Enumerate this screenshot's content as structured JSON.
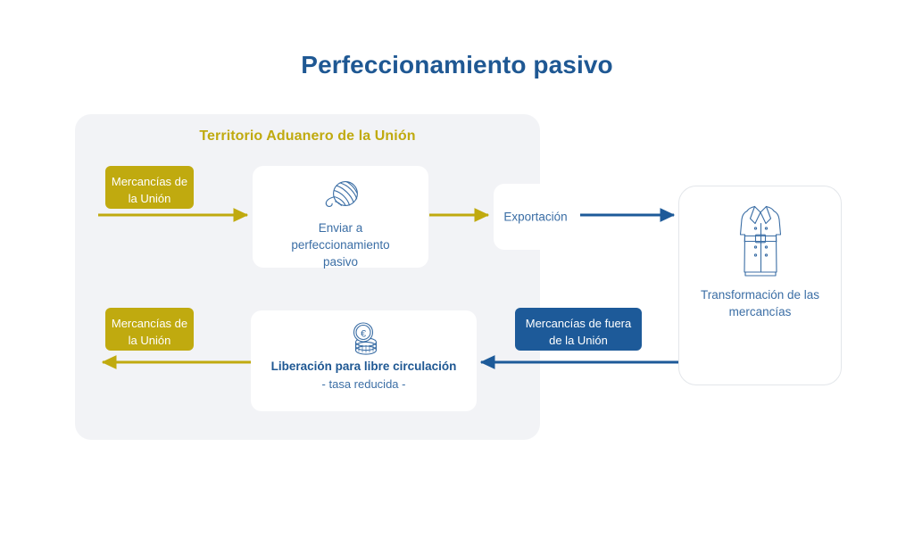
{
  "page": {
    "title": "Perfeccionamiento pasivo",
    "background_color": "#ffffff"
  },
  "colors": {
    "title_blue": "#1f5893",
    "text_blue": "#3b6ea5",
    "accent_yellow": "#c0aa0f",
    "accent_blue": "#1d5a99",
    "panel_gray": "#f2f3f6",
    "card_white": "#ffffff"
  },
  "union_panel": {
    "heading": "Territorio Aduanero de la Unión",
    "heading_color": "#c0aa0f",
    "background_color": "#f2f3f6"
  },
  "tags": {
    "union_goods_top": {
      "line1": "Mercancías de",
      "line2": "la Unión",
      "color": "#c0aa0f"
    },
    "union_goods_bottom": {
      "line1": "Mercancías de",
      "line2": "la Unión",
      "color": "#c0aa0f"
    },
    "non_union_goods": {
      "line1": "Mercancías de fuera",
      "line2": "de la Unión",
      "color": "#1d5a99"
    }
  },
  "cards": {
    "send_outward": {
      "label": "Enviar a perfeccionamiento pasivo",
      "icon": "yarn-ball-icon"
    },
    "export": {
      "label": "Exportación"
    },
    "transform": {
      "label": "Transformación de las mercancías",
      "icon": "coat-icon"
    },
    "release": {
      "label_main": "Liberación para libre circulación",
      "label_sub": "- tasa reducida -",
      "icon": "euro-coins-icon"
    }
  },
  "arrows": [
    {
      "name": "arrow-union-goods-to-send",
      "color": "#c0aa0f",
      "direction": "right",
      "from": "union_goods_top",
      "to": "send_outward"
    },
    {
      "name": "arrow-send-to-export",
      "color": "#c0aa0f",
      "direction": "right",
      "from": "send_outward",
      "to": "export"
    },
    {
      "name": "arrow-export-to-transform",
      "color": "#1d5a99",
      "direction": "right",
      "from": "export",
      "to": "transform"
    },
    {
      "name": "arrow-transform-to-release",
      "color": "#1d5a99",
      "direction": "left",
      "from": "transform",
      "to": "release"
    },
    {
      "name": "arrow-release-to-union-goods",
      "color": "#c0aa0f",
      "direction": "left",
      "from": "release",
      "to": "union_goods_bottom"
    }
  ]
}
